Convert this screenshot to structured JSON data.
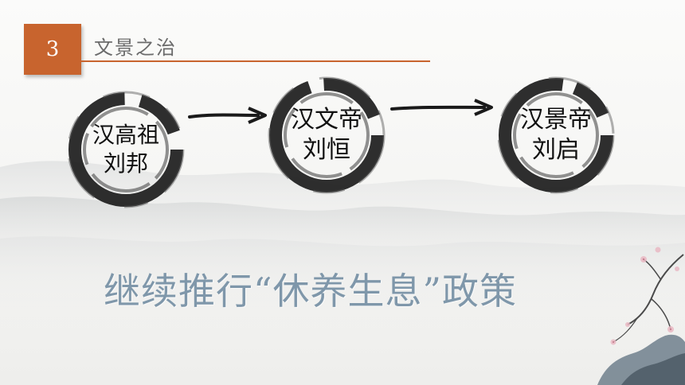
{
  "header": {
    "section_number": "3",
    "section_title": "文景之治"
  },
  "flow": {
    "nodes": [
      {
        "line1": "汉高祖",
        "line2": "刘邦"
      },
      {
        "line1": "汉文帝",
        "line2": "刘恒"
      },
      {
        "line1": "汉景帝",
        "line2": "刘启"
      }
    ]
  },
  "policy": {
    "text": "继续推行“休养生息”政策"
  },
  "colors": {
    "accent": "#c8642e",
    "ink": "#1a1a1a",
    "policy_text": "#7f97aa",
    "header_text": "#6b6b6b"
  },
  "icons": {
    "node_frame": "ink-circle",
    "connector": "ink-arrow",
    "decoration": "plum-blossom-branch"
  }
}
